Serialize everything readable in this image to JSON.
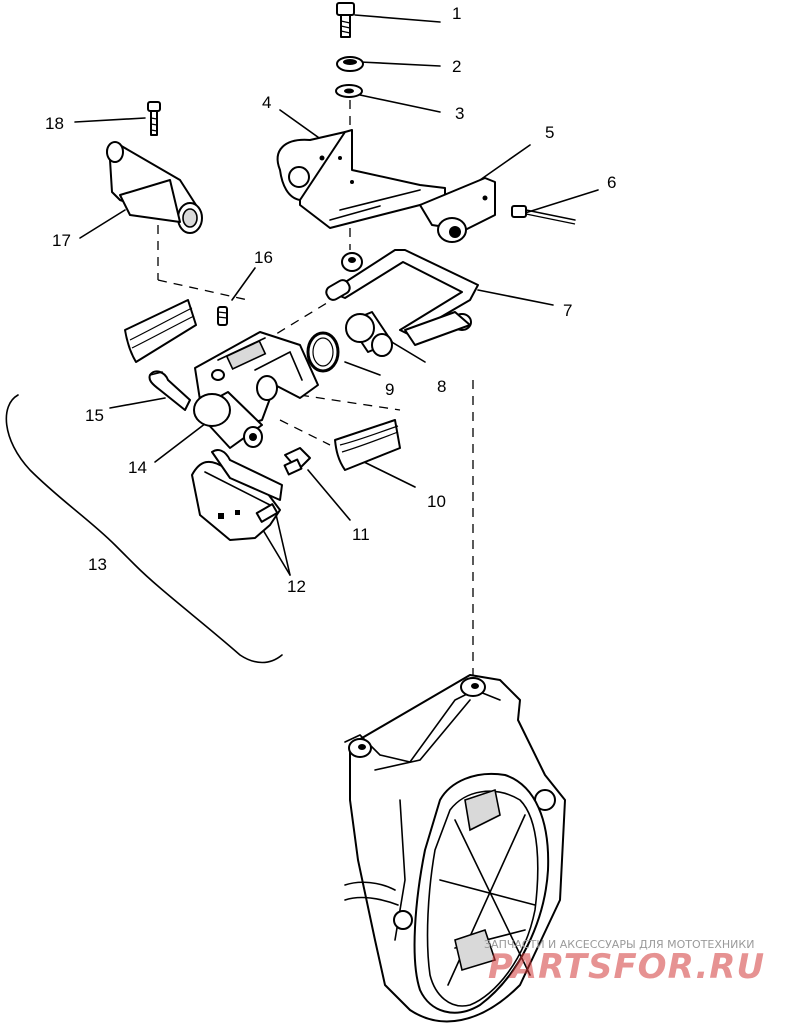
{
  "callouts": [
    "1",
    "2",
    "3",
    "4",
    "5",
    "6",
    "7",
    "8",
    "9",
    "10",
    "11",
    "12",
    "13",
    "14",
    "15",
    "16",
    "17",
    "18"
  ],
  "watermark": {
    "line1": "ЗАПЧАСТИ И АКСЕССУАРЫ ДЛЯ МОТОТЕХНИКИ",
    "line2": "PARTSFOR.RU",
    "color": "#d33a3a"
  },
  "colors": {
    "ink": "#000000",
    "paper": "#ffffff"
  }
}
